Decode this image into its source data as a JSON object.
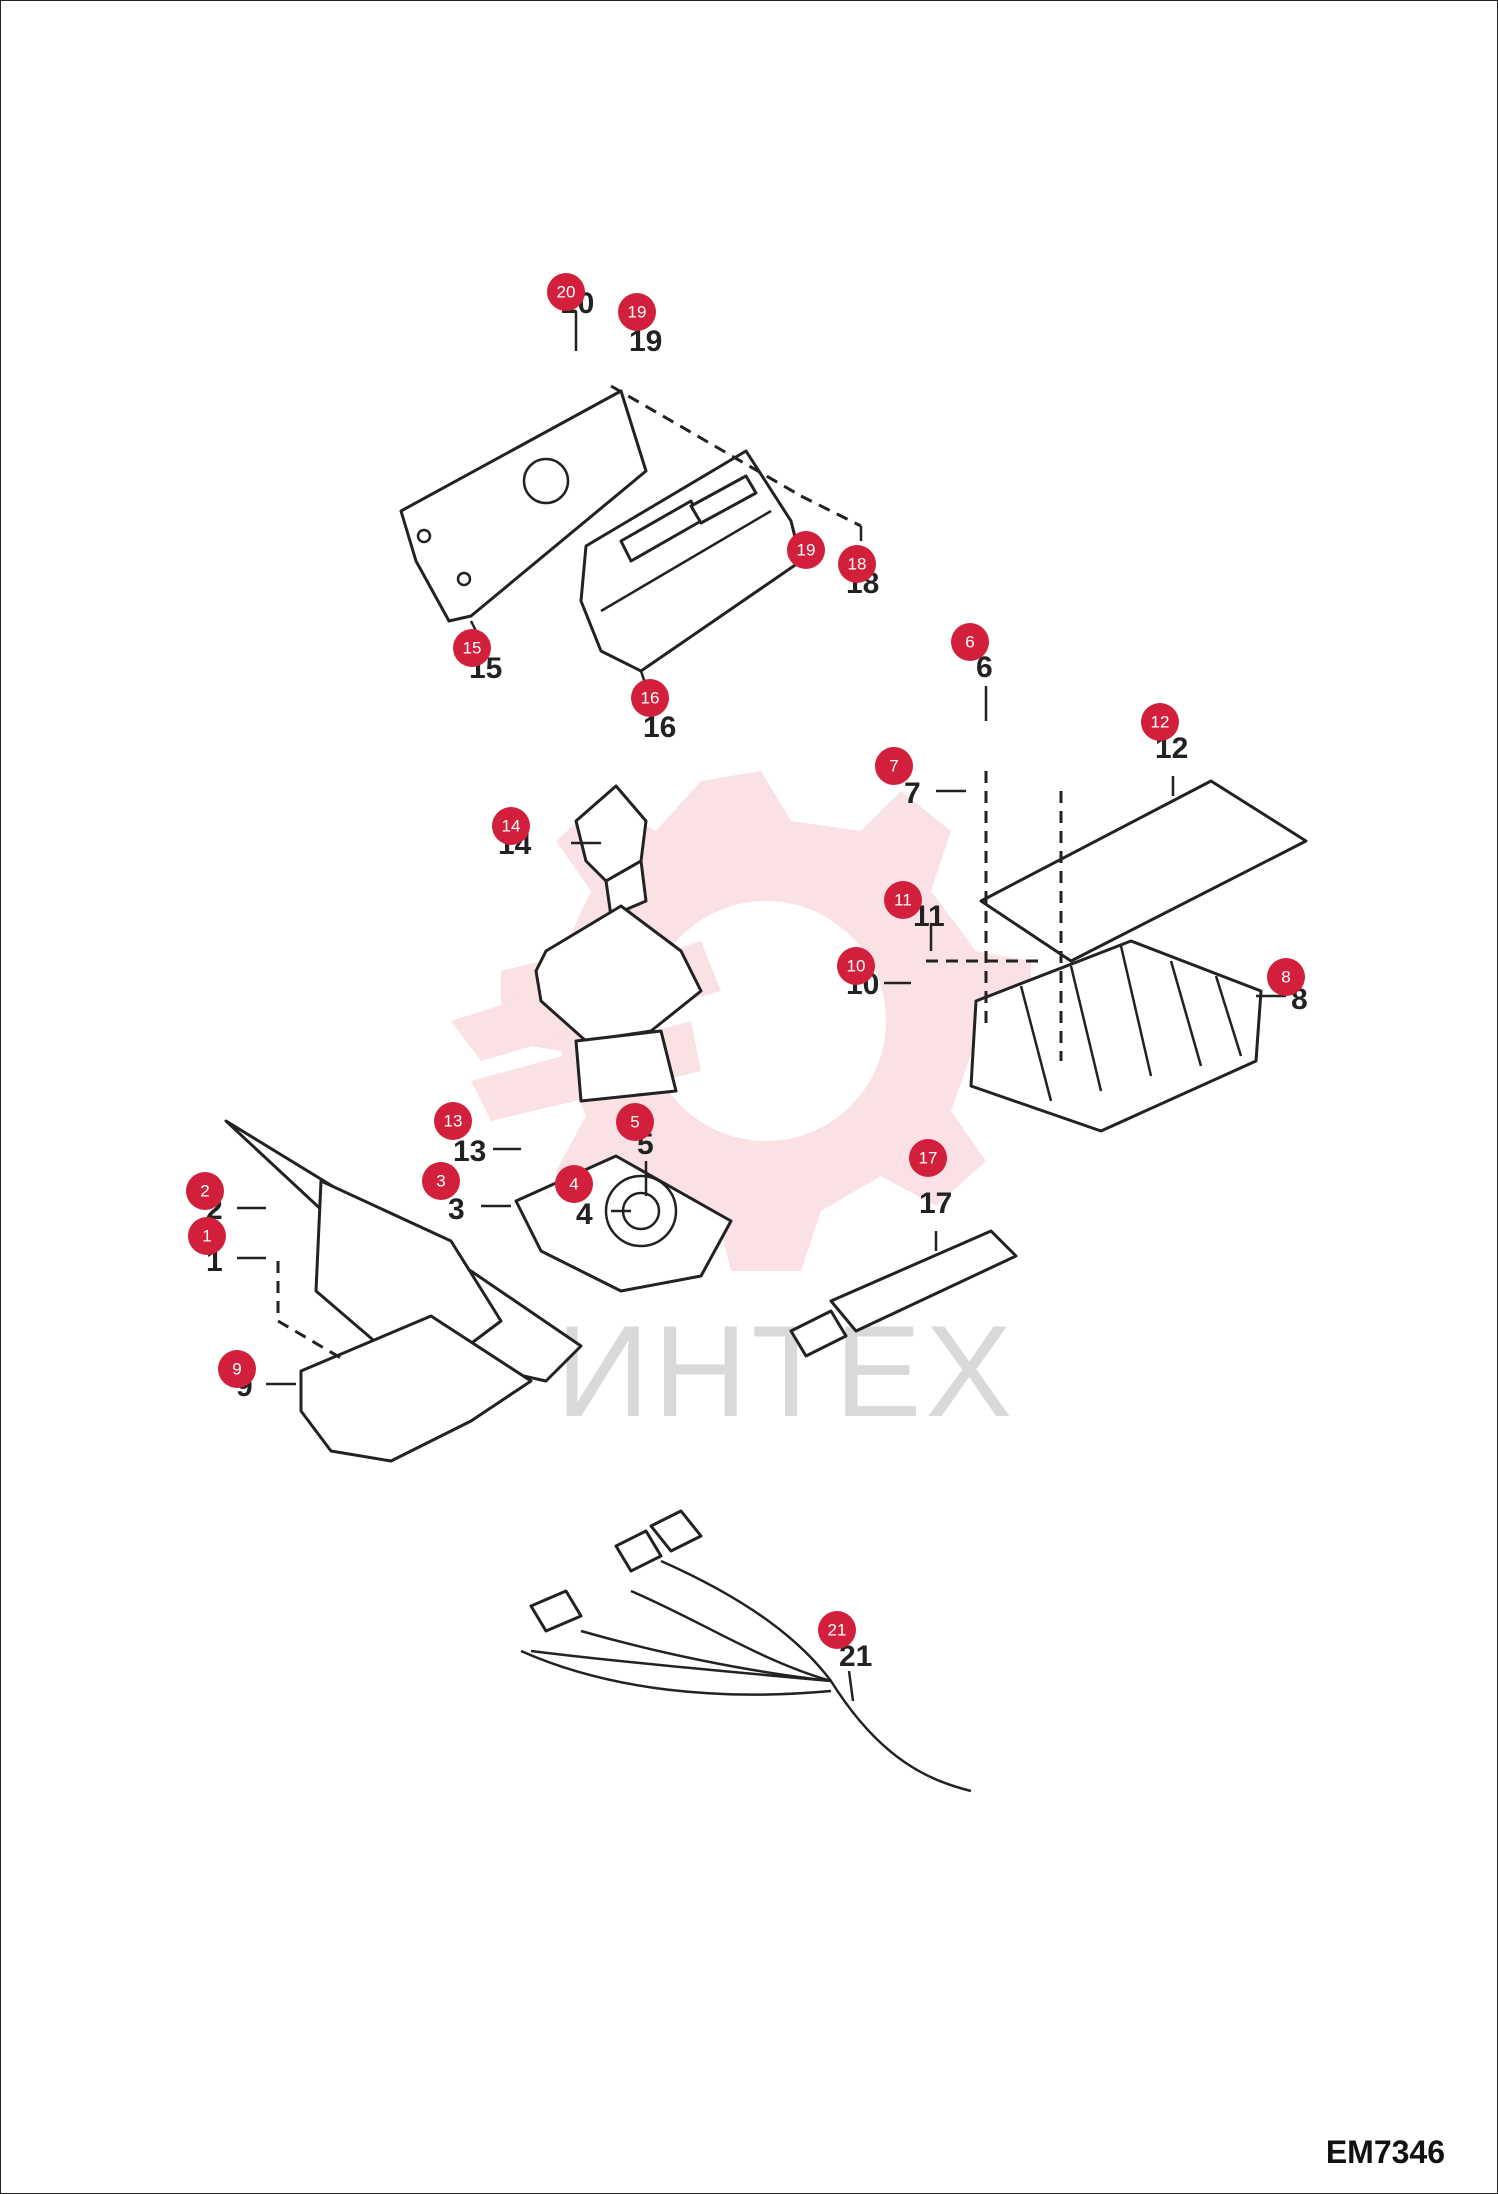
{
  "diagram": {
    "code": "EM7346",
    "watermark": "ИНТЕХ",
    "callouts": [
      {
        "id": "1",
        "label": "1"
      },
      {
        "id": "2",
        "label": "2"
      },
      {
        "id": "3",
        "label": "3"
      },
      {
        "id": "4",
        "label": "4"
      },
      {
        "id": "5",
        "label": "5"
      },
      {
        "id": "6",
        "label": "6"
      },
      {
        "id": "7",
        "label": "7"
      },
      {
        "id": "8",
        "label": "8"
      },
      {
        "id": "9",
        "label": "9"
      },
      {
        "id": "10",
        "label": "10"
      },
      {
        "id": "11",
        "label": "11"
      },
      {
        "id": "12",
        "label": "12"
      },
      {
        "id": "13",
        "label": "13"
      },
      {
        "id": "14",
        "label": "14"
      },
      {
        "id": "15",
        "label": "15"
      },
      {
        "id": "16",
        "label": "16"
      },
      {
        "id": "17",
        "label": "17"
      },
      {
        "id": "18",
        "label": "18"
      },
      {
        "id": "19",
        "label": "19"
      },
      {
        "id": "20",
        "label": "20"
      },
      {
        "id": "21",
        "label": "21"
      }
    ],
    "colors": {
      "badge": "#d21f3c",
      "line": "#222222",
      "watermark_gear": "#f6c9cf",
      "watermark_text": "#d9d9d9"
    }
  }
}
